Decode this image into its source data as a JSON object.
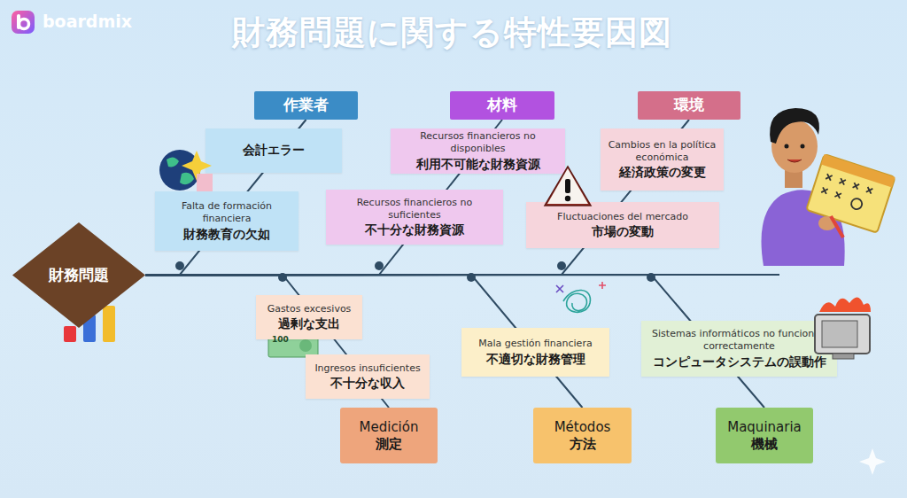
{
  "diagram": {
    "title": "財務問題に関する特性要因図",
    "nodes": [
      {
        "text": [
          "作業者"
        ]
      },
      {
        "text": [
          "会計エラー"
        ]
      },
      {
        "text": [
          "Falta de formación financiera",
          "財務教育の欠如"
        ]
      },
      {
        "text": [
          "材料"
        ]
      },
      {
        "text": [
          "Recursos financieros no disponibles",
          "利用不可能な財務資源"
        ]
      },
      {
        "text": [
          "Recursos financieros no suficientes",
          "不十分な財務資源"
        ]
      },
      {
        "text": [
          "環境"
        ]
      },
      {
        "text": [
          "Cambios en la política económica",
          "経済政策の変更"
        ]
      },
      {
        "text": [
          "Fluctuaciones del mercado",
          "市場の変動"
        ]
      },
      {
        "text": [
          "財務問題"
        ]
      },
      {
        "text": [
          "Gastos excesivos",
          "過剰な支出"
        ]
      },
      {
        "text": [
          "Ingresos insuficientes",
          "不十分な収入"
        ]
      },
      {
        "text": [
          "Mala gestión financiera",
          "不適切な財務管理"
        ]
      },
      {
        "text": [
          "Sistemas informáticos no funcionan correctamente",
          "コンピュータシステムの誤動作"
        ]
      },
      {
        "text": [
          "Medición",
          "測定"
        ]
      },
      {
        "text": [
          "Métodos",
          "方法"
        ]
      },
      {
        "text": [
          "Maquinaria",
          "機械"
        ]
      }
    ],
    "edges": [
      {
        "from": 0,
        "to": 9,
        "arrow": "none"
      },
      {
        "from": 3,
        "to": 9,
        "arrow": "none"
      },
      {
        "from": 6,
        "to": 9,
        "arrow": "none"
      },
      {
        "from": 14,
        "to": 9,
        "arrow": "none"
      },
      {
        "from": 15,
        "to": 9,
        "arrow": "none"
      },
      {
        "from": 16,
        "to": 9,
        "arrow": "none"
      }
    ],
    "labels": [
      "boardmix",
      "100"
    ]
  }
}
